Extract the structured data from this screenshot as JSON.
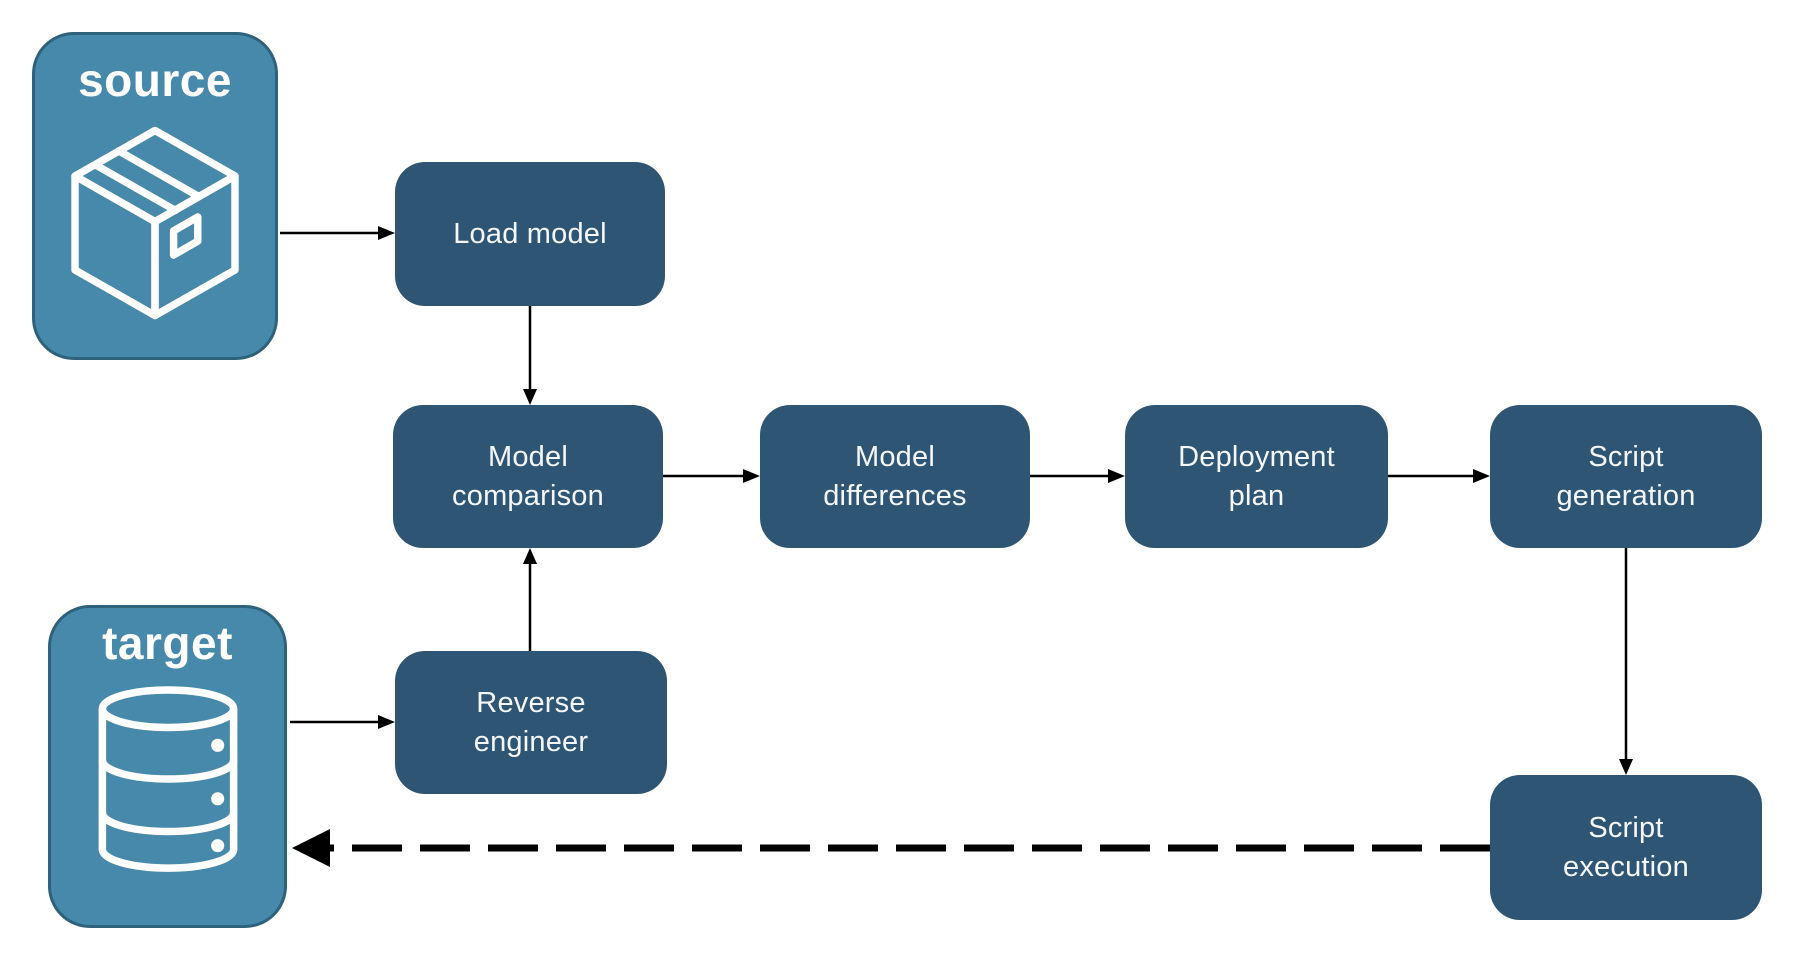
{
  "diagram": {
    "containers": [
      {
        "id": "source",
        "label": "source",
        "icon": "package-icon"
      },
      {
        "id": "target",
        "label": "target",
        "icon": "database-icon"
      }
    ],
    "nodes": [
      {
        "id": "load-model",
        "label": "Load model"
      },
      {
        "id": "model-comparison",
        "label": "Model\ncomparison"
      },
      {
        "id": "model-differences",
        "label": "Model\ndifferences"
      },
      {
        "id": "deployment-plan",
        "label": "Deployment\nplan"
      },
      {
        "id": "script-generation",
        "label": "Script\ngeneration"
      },
      {
        "id": "reverse-engineer",
        "label": "Reverse\nengineer"
      },
      {
        "id": "script-execution",
        "label": "Script\nexecution"
      }
    ],
    "edges": [
      {
        "from": "source",
        "to": "load-model",
        "style": "solid"
      },
      {
        "from": "load-model",
        "to": "model-comparison",
        "style": "solid"
      },
      {
        "from": "model-comparison",
        "to": "model-differences",
        "style": "solid"
      },
      {
        "from": "model-differences",
        "to": "deployment-plan",
        "style": "solid"
      },
      {
        "from": "deployment-plan",
        "to": "script-generation",
        "style": "solid"
      },
      {
        "from": "script-generation",
        "to": "script-execution",
        "style": "solid"
      },
      {
        "from": "target",
        "to": "reverse-engineer",
        "style": "solid"
      },
      {
        "from": "reverse-engineer",
        "to": "model-comparison",
        "style": "solid"
      },
      {
        "from": "script-execution",
        "to": "target",
        "style": "dashed"
      }
    ],
    "colors": {
      "node_fill": "#2E5674",
      "node_text": "#F4F7F9",
      "container_fill": "#4689AB",
      "container_border": "#2E617C",
      "container_text": "#FFFFFF",
      "arrow": "#000000",
      "background": "#FFFFFF"
    }
  }
}
